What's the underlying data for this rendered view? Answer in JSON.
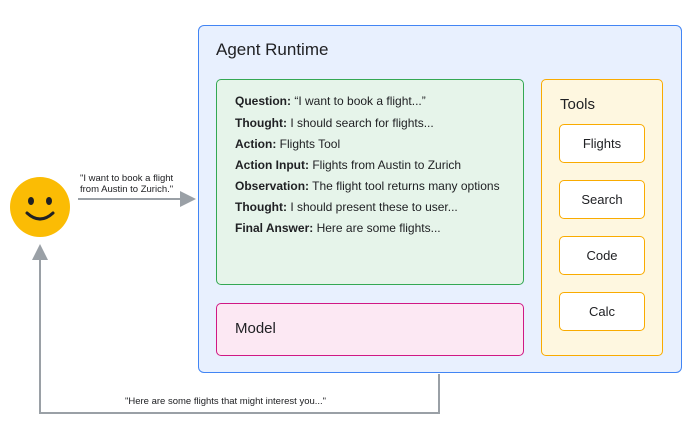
{
  "runtime": {
    "title": "Agent Runtime"
  },
  "trace": [
    {
      "key": "Question:",
      "text": " “I want to book a flight...”"
    },
    {
      "key": "Thought:",
      "text": " I should search for flights..."
    },
    {
      "key": "Action:",
      "text": " Flights Tool"
    },
    {
      "key": "Action Input:",
      "text": " Flights from Austin to Zurich"
    },
    {
      "key": "Observation:",
      "text": " The flight tool returns many options"
    },
    {
      "key": "Thought:",
      "text": " I should present these to user..."
    },
    {
      "key": "Final Answer:",
      "text": " Here are some flights..."
    }
  ],
  "model": {
    "label": "Model"
  },
  "tools": {
    "title": "Tools",
    "items": [
      "Flights",
      "Search",
      "Code",
      "Calc"
    ]
  },
  "user": {
    "icon": "smiley-face-icon",
    "request_line1": "\"I want to book a flight",
    "request_line2": "from Austin to Zurich.\"",
    "response": "\"Here are some flights that might interest you...\""
  },
  "colors": {
    "runtime_border": "#4285f4",
    "trace_border": "#34a853",
    "model_border": "#d01884",
    "tools_border": "#f9ab00",
    "arrow": "#9aa0a6",
    "smiley": "#fbbc04"
  }
}
